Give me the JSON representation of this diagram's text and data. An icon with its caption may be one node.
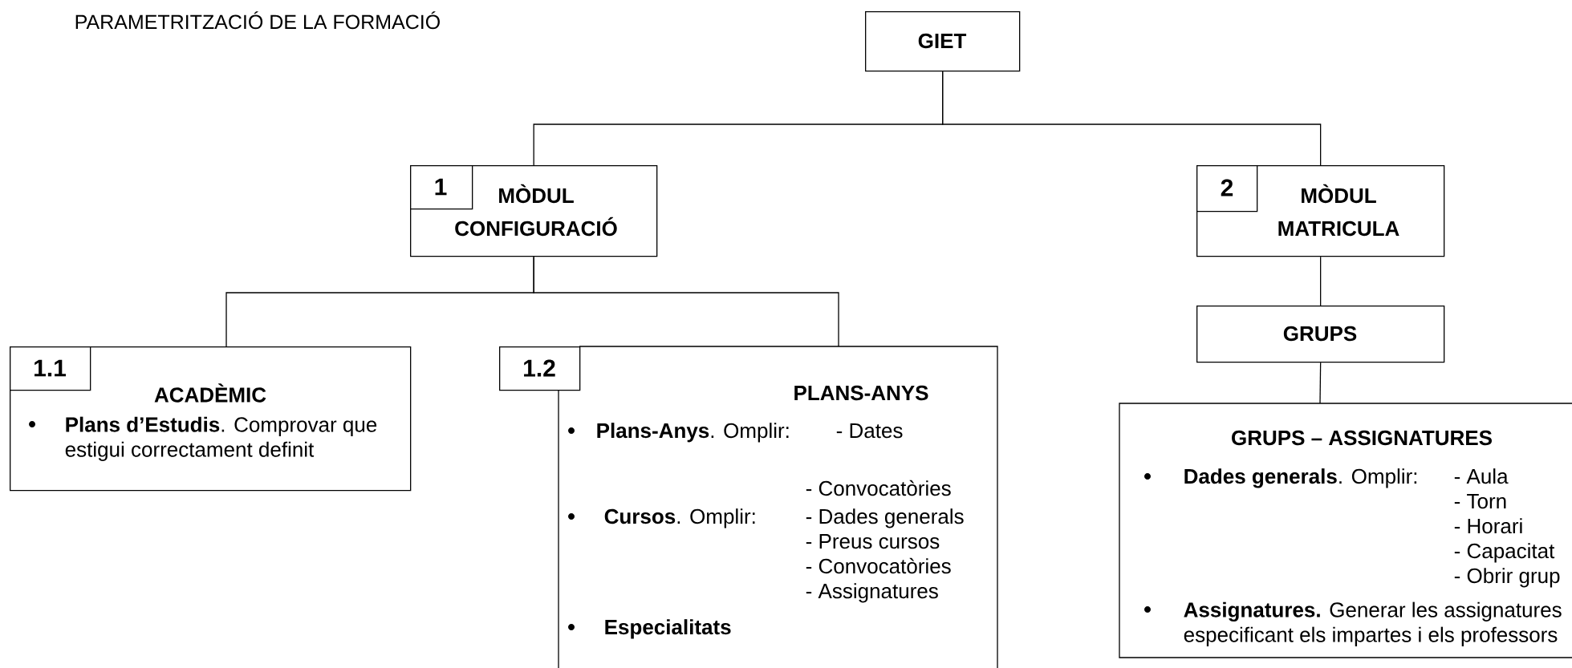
{
  "diagram": {
    "title": "PARAMETRITZACIÓ DE LA FORMACIÓ",
    "nodes": [
      {
        "text": [
          "GIET"
        ]
      },
      {
        "text": [
          "MÒDUL CONFIGURACIÓ"
        ]
      },
      {
        "text": [
          "1"
        ],
        "in": 1
      },
      {
        "text": [
          "MÒDUL MATRICULA"
        ]
      },
      {
        "text": [
          "2"
        ],
        "in": 3
      },
      {
        "text": [
          "ACADÈMIC",
          "**Plans d’Estudis**. Comprovar que estigui correctament definit"
        ]
      },
      {
        "text": [
          "1.1"
        ],
        "in": 5
      },
      {
        "text": [
          "PLANS-ANYS",
          "**Plans-Anys**. Omplir:",
          "- Dates",
          "- Convocatòries",
          "**Cursos**. Omplir:",
          "- Dades generals",
          "- Preus cursos",
          "- Convocatòries",
          "- Assignatures",
          "Especialitats"
        ]
      },
      {
        "text": [
          "1.2"
        ]
      },
      {
        "text": [
          "GRUPS"
        ]
      },
      {
        "text": [
          "GRUPS – ASSIGNATURES",
          "**Dades generals**. Omplir:",
          "- Aula",
          "- Torn",
          "- Horari",
          "- Capacitat",
          "- Obrir grup",
          "**Assignatures.** Generar les assignatures especificant els impartes i els professors"
        ]
      }
    ],
    "edges": [
      {
        "from": 0,
        "to": 1,
        "arrow": "none"
      },
      {
        "from": 0,
        "to": 3,
        "arrow": "none"
      },
      {
        "from": 1,
        "to": 5,
        "arrow": "none"
      },
      {
        "from": 1,
        "to": 7,
        "arrow": "none"
      },
      {
        "from": 3,
        "to": 9,
        "arrow": "none"
      },
      {
        "from": 9,
        "to": 10,
        "arrow": "none"
      }
    ]
  }
}
